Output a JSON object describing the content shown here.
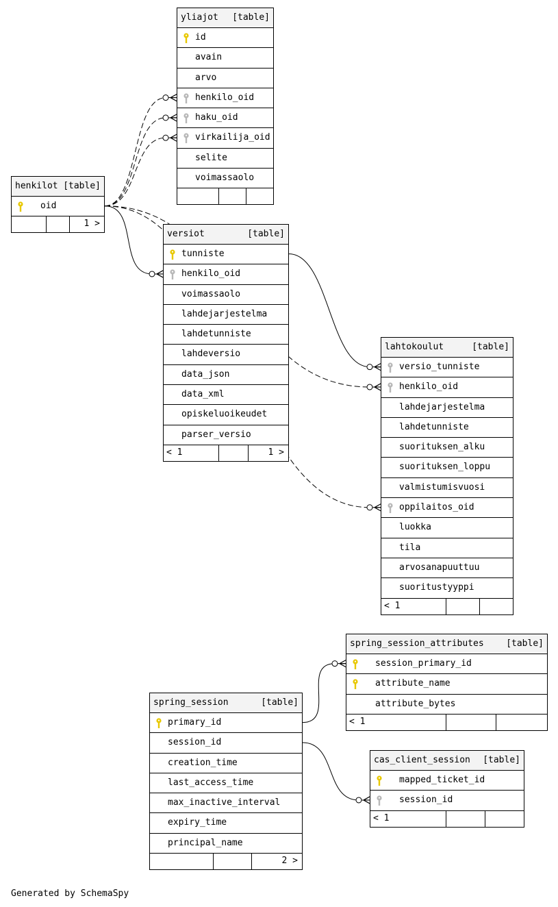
{
  "type_label": "[table]",
  "colors": {
    "primary_key": "#e8c800",
    "foreign_key": "#b8b8b8",
    "header_bg": "#f3f3f3"
  },
  "tables": {
    "yliajot": {
      "name": "yliajot",
      "columns": [
        {
          "name": "id",
          "key": "primary"
        },
        {
          "name": "avain",
          "key": "none"
        },
        {
          "name": "arvo",
          "key": "none"
        },
        {
          "name": "henkilo_oid",
          "key": "foreign"
        },
        {
          "name": "haku_oid",
          "key": "foreign"
        },
        {
          "name": "virkailija_oid",
          "key": "foreign"
        },
        {
          "name": "selite",
          "key": "none"
        },
        {
          "name": "voimassaolo",
          "key": "none"
        }
      ],
      "footer": {
        "left": "",
        "right": ""
      }
    },
    "henkilot": {
      "name": "henkilot",
      "columns": [
        {
          "name": "oid",
          "key": "primary"
        }
      ],
      "footer": {
        "left": "",
        "right": "1 >"
      }
    },
    "versiot": {
      "name": "versiot",
      "columns": [
        {
          "name": "tunniste",
          "key": "primary"
        },
        {
          "name": "henkilo_oid",
          "key": "foreign"
        },
        {
          "name": "voimassaolo",
          "key": "none"
        },
        {
          "name": "lahdejarjestelma",
          "key": "none"
        },
        {
          "name": "lahdetunniste",
          "key": "none"
        },
        {
          "name": "lahdeversio",
          "key": "none"
        },
        {
          "name": "data_json",
          "key": "none"
        },
        {
          "name": "data_xml",
          "key": "none"
        },
        {
          "name": "opiskeluoikeudet",
          "key": "none"
        },
        {
          "name": "parser_versio",
          "key": "none"
        }
      ],
      "footer": {
        "left": "< 1",
        "right": "1 >"
      }
    },
    "lahtokoulut": {
      "name": "lahtokoulut",
      "columns": [
        {
          "name": "versio_tunniste",
          "key": "foreign"
        },
        {
          "name": "henkilo_oid",
          "key": "foreign"
        },
        {
          "name": "lahdejarjestelma",
          "key": "none"
        },
        {
          "name": "lahdetunniste",
          "key": "none"
        },
        {
          "name": "suorituksen_alku",
          "key": "none"
        },
        {
          "name": "suorituksen_loppu",
          "key": "none"
        },
        {
          "name": "valmistumisvuosi",
          "key": "none"
        },
        {
          "name": "oppilaitos_oid",
          "key": "foreign"
        },
        {
          "name": "luokka",
          "key": "none"
        },
        {
          "name": "tila",
          "key": "none"
        },
        {
          "name": "arvosanapuuttuu",
          "key": "none"
        },
        {
          "name": "suoritustyyppi",
          "key": "none"
        }
      ],
      "footer": {
        "left": "< 1",
        "right": ""
      }
    },
    "spring_session_attributes": {
      "name": "spring_session_attributes",
      "columns": [
        {
          "name": "session_primary_id",
          "key": "primary"
        },
        {
          "name": "attribute_name",
          "key": "primary"
        },
        {
          "name": "attribute_bytes",
          "key": "none"
        }
      ],
      "footer": {
        "left": "< 1",
        "right": ""
      }
    },
    "spring_session": {
      "name": "spring_session",
      "columns": [
        {
          "name": "primary_id",
          "key": "primary"
        },
        {
          "name": "session_id",
          "key": "none"
        },
        {
          "name": "creation_time",
          "key": "none"
        },
        {
          "name": "last_access_time",
          "key": "none"
        },
        {
          "name": "max_inactive_interval",
          "key": "none"
        },
        {
          "name": "expiry_time",
          "key": "none"
        },
        {
          "name": "principal_name",
          "key": "none"
        }
      ],
      "footer": {
        "left": "",
        "right": "2 >"
      }
    },
    "cas_client_session": {
      "name": "cas_client_session",
      "columns": [
        {
          "name": "mapped_ticket_id",
          "key": "primary"
        },
        {
          "name": "session_id",
          "key": "foreign"
        }
      ],
      "footer": {
        "left": "< 1",
        "right": ""
      }
    }
  },
  "relationships": [
    {
      "from": "henkilot.oid",
      "to": "yliajot.henkilo_oid",
      "style": "dashed"
    },
    {
      "from": "henkilot.oid",
      "to": "yliajot.haku_oid",
      "style": "dashed"
    },
    {
      "from": "henkilot.oid",
      "to": "yliajot.virkailija_oid",
      "style": "dashed"
    },
    {
      "from": "henkilot.oid",
      "to": "versiot.henkilo_oid",
      "style": "solid"
    },
    {
      "from": "henkilot.oid",
      "to": "lahtokoulut.henkilo_oid",
      "style": "dashed"
    },
    {
      "from": "henkilot.oid",
      "to": "lahtokoulut.oppilaitos_oid",
      "style": "dashed"
    },
    {
      "from": "versiot.tunniste",
      "to": "lahtokoulut.versio_tunniste",
      "style": "solid"
    },
    {
      "from": "spring_session.primary_id",
      "to": "spring_session_attributes.session_primary_id",
      "style": "solid"
    },
    {
      "from": "spring_session.session_id",
      "to": "cas_client_session.session_id",
      "style": "solid"
    }
  ],
  "footer_text": "Generated by SchemaSpy"
}
